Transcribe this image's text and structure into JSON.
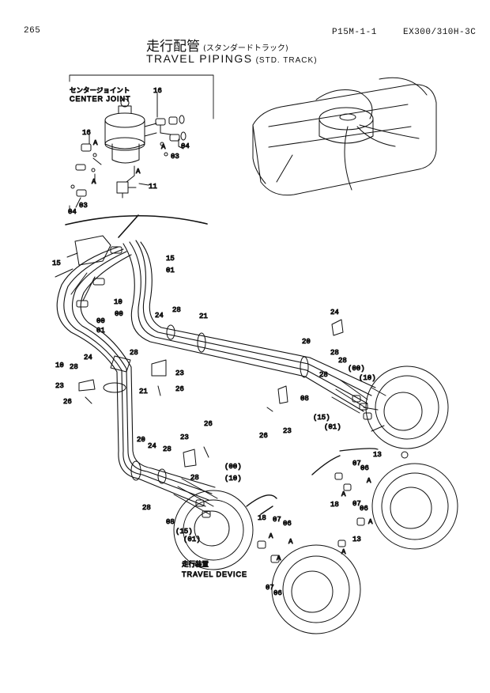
{
  "header": {
    "page_number": "265",
    "ref_code": "P15M-1-1",
    "model": "EX300/310H-3C"
  },
  "title": {
    "jp": "走行配管",
    "jp_sub": "(スタンダードトラック)",
    "en": "TRAVEL PIPINGS",
    "en_sub": "(STD. TRACK)"
  },
  "captions": {
    "center_joint_jp": "センタージョイント",
    "center_joint_en": "CENTER JOINT",
    "travel_device_jp": "走行装置",
    "travel_device_en": "TRAVEL DEVICE"
  },
  "callouts": {
    "c16a": "16",
    "c16b": "16",
    "c03a": "03",
    "c03b": "03",
    "c04a": "04",
    "c04b": "04",
    "c11": "11",
    "cA1": "A",
    "cA2": "A",
    "cA3": "A",
    "cA4": "A",
    "c15a": "15",
    "c15b": "15",
    "c01a": "01",
    "c01b": "01",
    "c10a": "10",
    "c10b": "10",
    "c00a": "00",
    "c00b": "00",
    "c24a": "24",
    "c24b": "24",
    "c24c": "24",
    "c28a": "28",
    "c28b": "28",
    "c28c": "28",
    "c28d": "28",
    "c28e": "28",
    "c28f": "28",
    "c28g": "28",
    "c21a": "21",
    "c21b": "21",
    "c20a": "20",
    "c20b": "20",
    "c23a": "23",
    "c23b": "23",
    "c23c": "23",
    "c23d": "23",
    "c26a": "26",
    "c26b": "26",
    "c26c": "26",
    "c26d": "26",
    "c08a": "08",
    "c08b": "08",
    "cp00a": "(00)",
    "cp10a": "(10)",
    "cp15a": "(15)",
    "cp01a": "(01)",
    "cp00b": "(00)",
    "cp10b": "(10)",
    "cp15b": "(15)",
    "cp01b": "(01)",
    "c13a": "13",
    "c13b": "13",
    "c07a": "07",
    "c07b": "07",
    "c07c": "07",
    "c07d": "07",
    "c06a": "06",
    "c06b": "06",
    "c06c": "06",
    "c06d": "06",
    "c18a": "18",
    "c18b": "18",
    "cA5": "A",
    "cA6": "A",
    "cA7": "A",
    "cA8": "A",
    "cA9": "A",
    "cA10": "A",
    "cA11": "A"
  }
}
